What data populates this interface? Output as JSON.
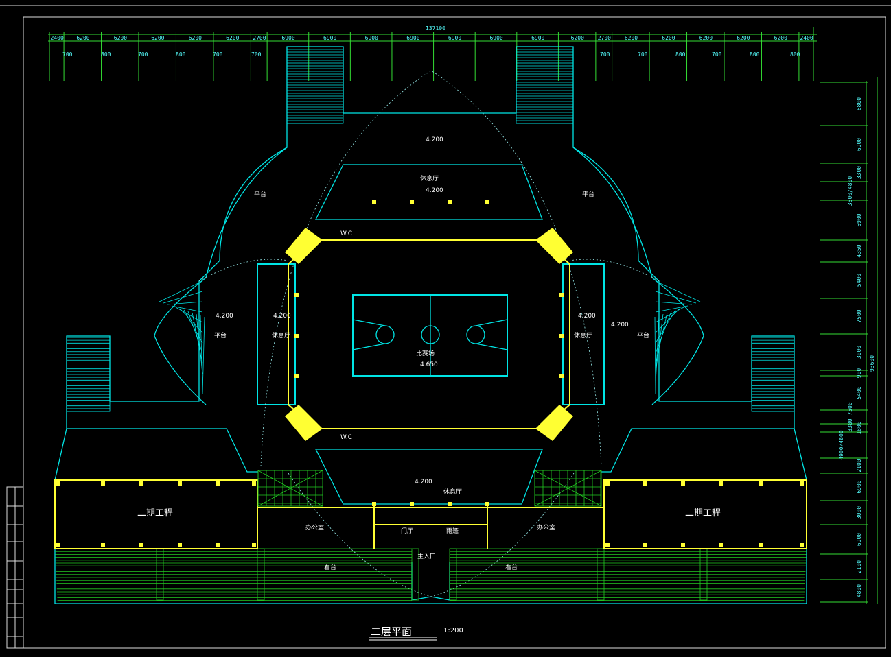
{
  "drawing": {
    "title": "二层平面",
    "scale": "1:200",
    "colors": {
      "background": "#000000",
      "outline": "#00e5e5",
      "column": "#ffff33",
      "dimension": "#33dd33",
      "text": "#ffffff"
    }
  },
  "dimensions": {
    "top_total": "137100",
    "top_segments": [
      "2400",
      "6200",
      "6200",
      "6200",
      "6200",
      "6200",
      "2700",
      "6900",
      "6900",
      "6900",
      "6900",
      "6900",
      "6900",
      "6900",
      "6200",
      "2700",
      "6200",
      "6200",
      "6200",
      "6200",
      "6200",
      "2400"
    ],
    "top_sub": [
      "700",
      "800",
      "700",
      "800",
      "700",
      "700",
      "700",
      "700",
      "800",
      "700",
      "800",
      "800"
    ],
    "right_total": "93600",
    "right_segments": [
      "6800",
      "6900",
      "3300",
      "3600/4800",
      "6900",
      "4350",
      "5400",
      "7500",
      "3000",
      "900",
      "5400",
      "3300 7500",
      "1800",
      "4900/4800",
      "2100",
      "6900",
      "3000",
      "6900",
      "2100",
      "4800"
    ]
  },
  "labels": {
    "court": "比赛场",
    "court_elev": "4.650",
    "elev_top": "4.200",
    "elev_lobby": "4.200",
    "elev_left": "4.200",
    "elev_left_hall": "4.200",
    "elev_right_hall": "4.200",
    "elev_right": "4.200",
    "elev_bottom": "4.200",
    "lobby_top": "休息厅",
    "lobby_bottom": "休息厅",
    "platform_tl": "平台",
    "platform_tr": "平台",
    "platform_l": "平台",
    "platform_r": "平台",
    "hall_l": "休息厅",
    "hall_r": "休息厅",
    "wc_top": "W.C",
    "wc_bottom": "W.C",
    "phase2_left": "二期工程",
    "phase2_right": "二期工程",
    "office_l": "办公室",
    "office_r": "办公室",
    "foyer": "门厅",
    "canopy": "雨篷",
    "entrance": "主入口",
    "stand_l": "看台",
    "stand_r": "看台"
  }
}
